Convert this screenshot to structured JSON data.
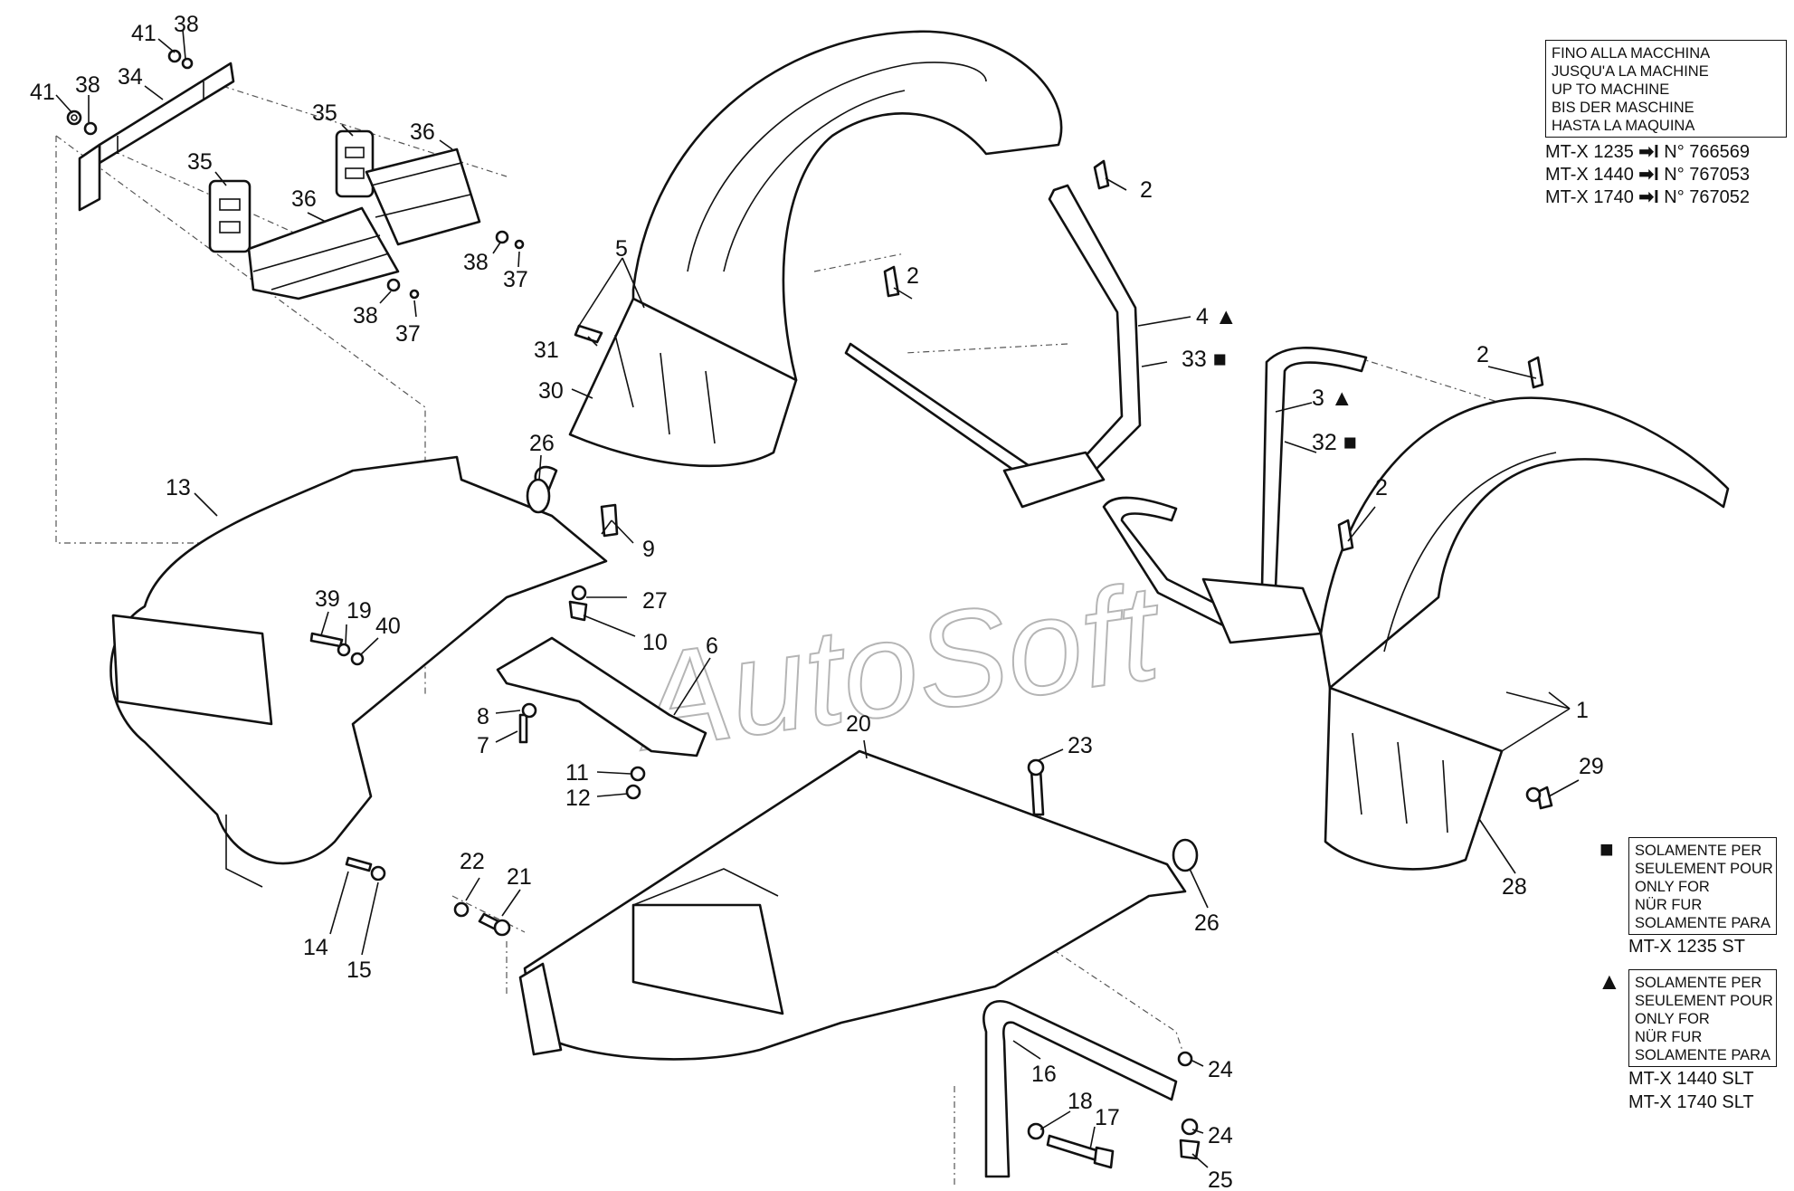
{
  "watermark": "AutoSoft",
  "callouts": [
    {
      "id": "c41a",
      "text": "41"
    },
    {
      "id": "c38a",
      "text": "38"
    },
    {
      "id": "c41b",
      "text": "41"
    },
    {
      "id": "c38b",
      "text": "38"
    },
    {
      "id": "c34",
      "text": "34"
    },
    {
      "id": "c35a",
      "text": "35"
    },
    {
      "id": "c35b",
      "text": "35"
    },
    {
      "id": "c36a",
      "text": "36"
    },
    {
      "id": "c36b",
      "text": "36"
    },
    {
      "id": "c38c",
      "text": "38"
    },
    {
      "id": "c37a",
      "text": "37"
    },
    {
      "id": "c38d",
      "text": "38"
    },
    {
      "id": "c37b",
      "text": "37"
    },
    {
      "id": "c5",
      "text": "5"
    },
    {
      "id": "c31",
      "text": "31"
    },
    {
      "id": "c30",
      "text": "30"
    },
    {
      "id": "c2a",
      "text": "2"
    },
    {
      "id": "c2b",
      "text": "2"
    },
    {
      "id": "c4",
      "text": "4 ▲"
    },
    {
      "id": "c33",
      "text": "33 ■"
    },
    {
      "id": "c2c",
      "text": "2"
    },
    {
      "id": "c3",
      "text": "3 ▲"
    },
    {
      "id": "c32",
      "text": "32 ■"
    },
    {
      "id": "c2d",
      "text": "2"
    },
    {
      "id": "c26a",
      "text": "26"
    },
    {
      "id": "c13",
      "text": "13"
    },
    {
      "id": "c9",
      "text": "9"
    },
    {
      "id": "c27",
      "text": "27"
    },
    {
      "id": "c39",
      "text": "39"
    },
    {
      "id": "c19",
      "text": "19"
    },
    {
      "id": "c40",
      "text": "40"
    },
    {
      "id": "c10",
      "text": "10"
    },
    {
      "id": "c6",
      "text": "6"
    },
    {
      "id": "c8",
      "text": "8"
    },
    {
      "id": "c7",
      "text": "7"
    },
    {
      "id": "c20",
      "text": "20"
    },
    {
      "id": "c23",
      "text": "23"
    },
    {
      "id": "c11",
      "text": "11"
    },
    {
      "id": "c12",
      "text": "12"
    },
    {
      "id": "c1",
      "text": "1"
    },
    {
      "id": "c29",
      "text": "29"
    },
    {
      "id": "c28",
      "text": "28"
    },
    {
      "id": "c22",
      "text": "22"
    },
    {
      "id": "c21",
      "text": "21"
    },
    {
      "id": "c26b",
      "text": "26"
    },
    {
      "id": "c14",
      "text": "14"
    },
    {
      "id": "c15",
      "text": "15"
    },
    {
      "id": "c16",
      "text": "16"
    },
    {
      "id": "c24a",
      "text": "24"
    },
    {
      "id": "c18",
      "text": "18"
    },
    {
      "id": "c17",
      "text": "17"
    },
    {
      "id": "c24b",
      "text": "24"
    },
    {
      "id": "c25",
      "text": "25"
    }
  ],
  "serial_note": {
    "lines": [
      "FINO ALLA MACCHINA",
      "JUSQU'A LA MACHINE",
      "UP TO MACHINE",
      "BIS DER MASCHINE",
      "HASTA LA MAQUINA"
    ],
    "rows": [
      {
        "model": "MT-X 1235",
        "arrow": "➡I",
        "serial": "N° 766569"
      },
      {
        "model": "MT-X 1440",
        "arrow": "➡I",
        "serial": "N° 767053"
      },
      {
        "model": "MT-X 1740",
        "arrow": "➡I",
        "serial": "N° 767052"
      }
    ]
  },
  "square_note": {
    "symbol": "■",
    "lines": [
      "SOLAMENTE PER",
      "SEULEMENT POUR",
      "ONLY FOR",
      "NÜR FUR",
      "SOLAMENTE PARA"
    ],
    "models": [
      "MT-X 1235 ST"
    ]
  },
  "triangle_note": {
    "symbol": "▲",
    "lines": [
      "SOLAMENTE PER",
      "SEULEMENT POUR",
      "ONLY FOR",
      "NÜR FUR",
      "SOLAMENTE PARA"
    ],
    "models": [
      "MT-X 1440 SLT",
      "MT-X 1740 SLT"
    ]
  }
}
